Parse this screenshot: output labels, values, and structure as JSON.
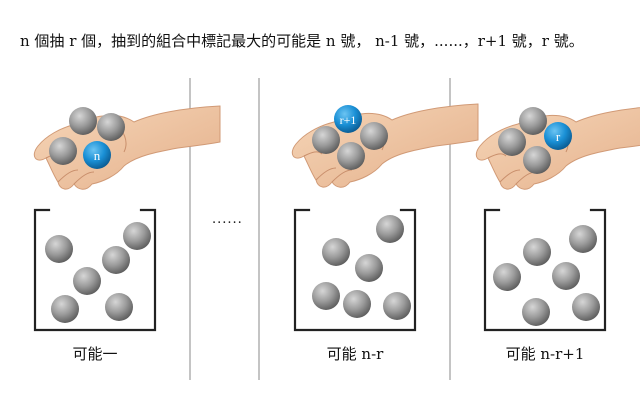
{
  "heading": "n 個抽 r 個，抽到的組合中標記最大的可能是 n 號， n-1 號，......，r+1 號，r 號。",
  "middle_ellipsis": "......",
  "panels": [
    {
      "hand_ball_label": "n",
      "caption": "可能一"
    },
    {
      "hand_ball_label": "r+1",
      "caption": "可能 n-r"
    },
    {
      "hand_ball_label": "r",
      "caption": "可能 n-r+1"
    }
  ],
  "colors": {
    "gray_ball": "#8f8f8f",
    "blue_ball": "#1a90d6",
    "skin": "#f0c7a4",
    "container": "#222222",
    "divider": "#c4c4c4"
  }
}
